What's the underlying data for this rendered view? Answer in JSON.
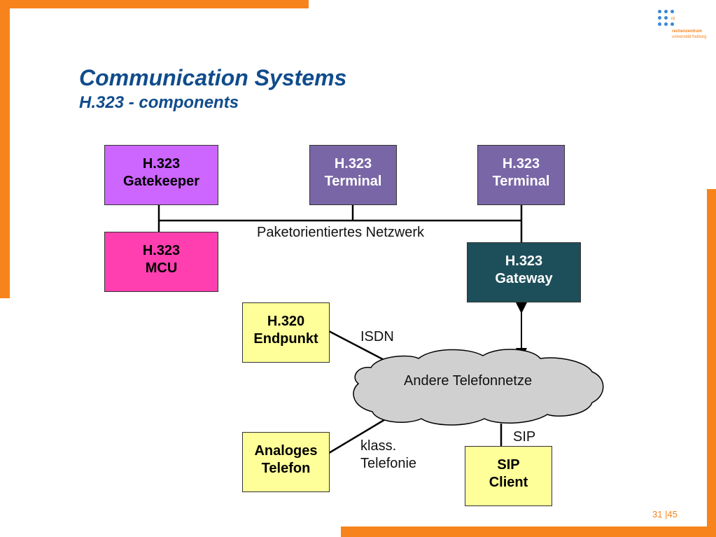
{
  "title": "Communication Systems",
  "subtitle": "H.323 - components",
  "logo": {
    "text_small": "rz",
    "line1": "rechenzentrum",
    "line2": "universität freiburg"
  },
  "boxes": {
    "gatekeeper": {
      "line1": "H.323",
      "line2": "Gatekeeper"
    },
    "terminal1": {
      "line1": "H.323",
      "line2": "Terminal"
    },
    "terminal2": {
      "line1": "H.323",
      "line2": "Terminal"
    },
    "mcu": {
      "line1": "H.323",
      "line2": "MCU"
    },
    "gateway": {
      "line1": "H.323",
      "line2": "Gateway"
    },
    "endpunkt": {
      "line1": "H.320",
      "line2": "Endpunkt"
    },
    "analog": {
      "line1": "Analoges",
      "line2": "Telefon"
    },
    "sip": {
      "line1": "SIP",
      "line2": "Client"
    }
  },
  "labels": {
    "network": "Paketorientiertes Netzwerk",
    "isdn": "ISDN",
    "klass1": "klass.",
    "klass2": "Telefonie",
    "sip": "SIP",
    "cloud": "Andere Telefonnetze"
  },
  "page": {
    "number": "31 |45"
  },
  "colors": {
    "accent": "#f7831d",
    "title": "#104c8c",
    "gatekeeper": "#cc66ff",
    "terminal": "#7966a6",
    "mcu": "#ff3fb0",
    "gateway": "#1d4f5a",
    "yellow": "#ffff99",
    "cloud": "#d0d0d0"
  }
}
